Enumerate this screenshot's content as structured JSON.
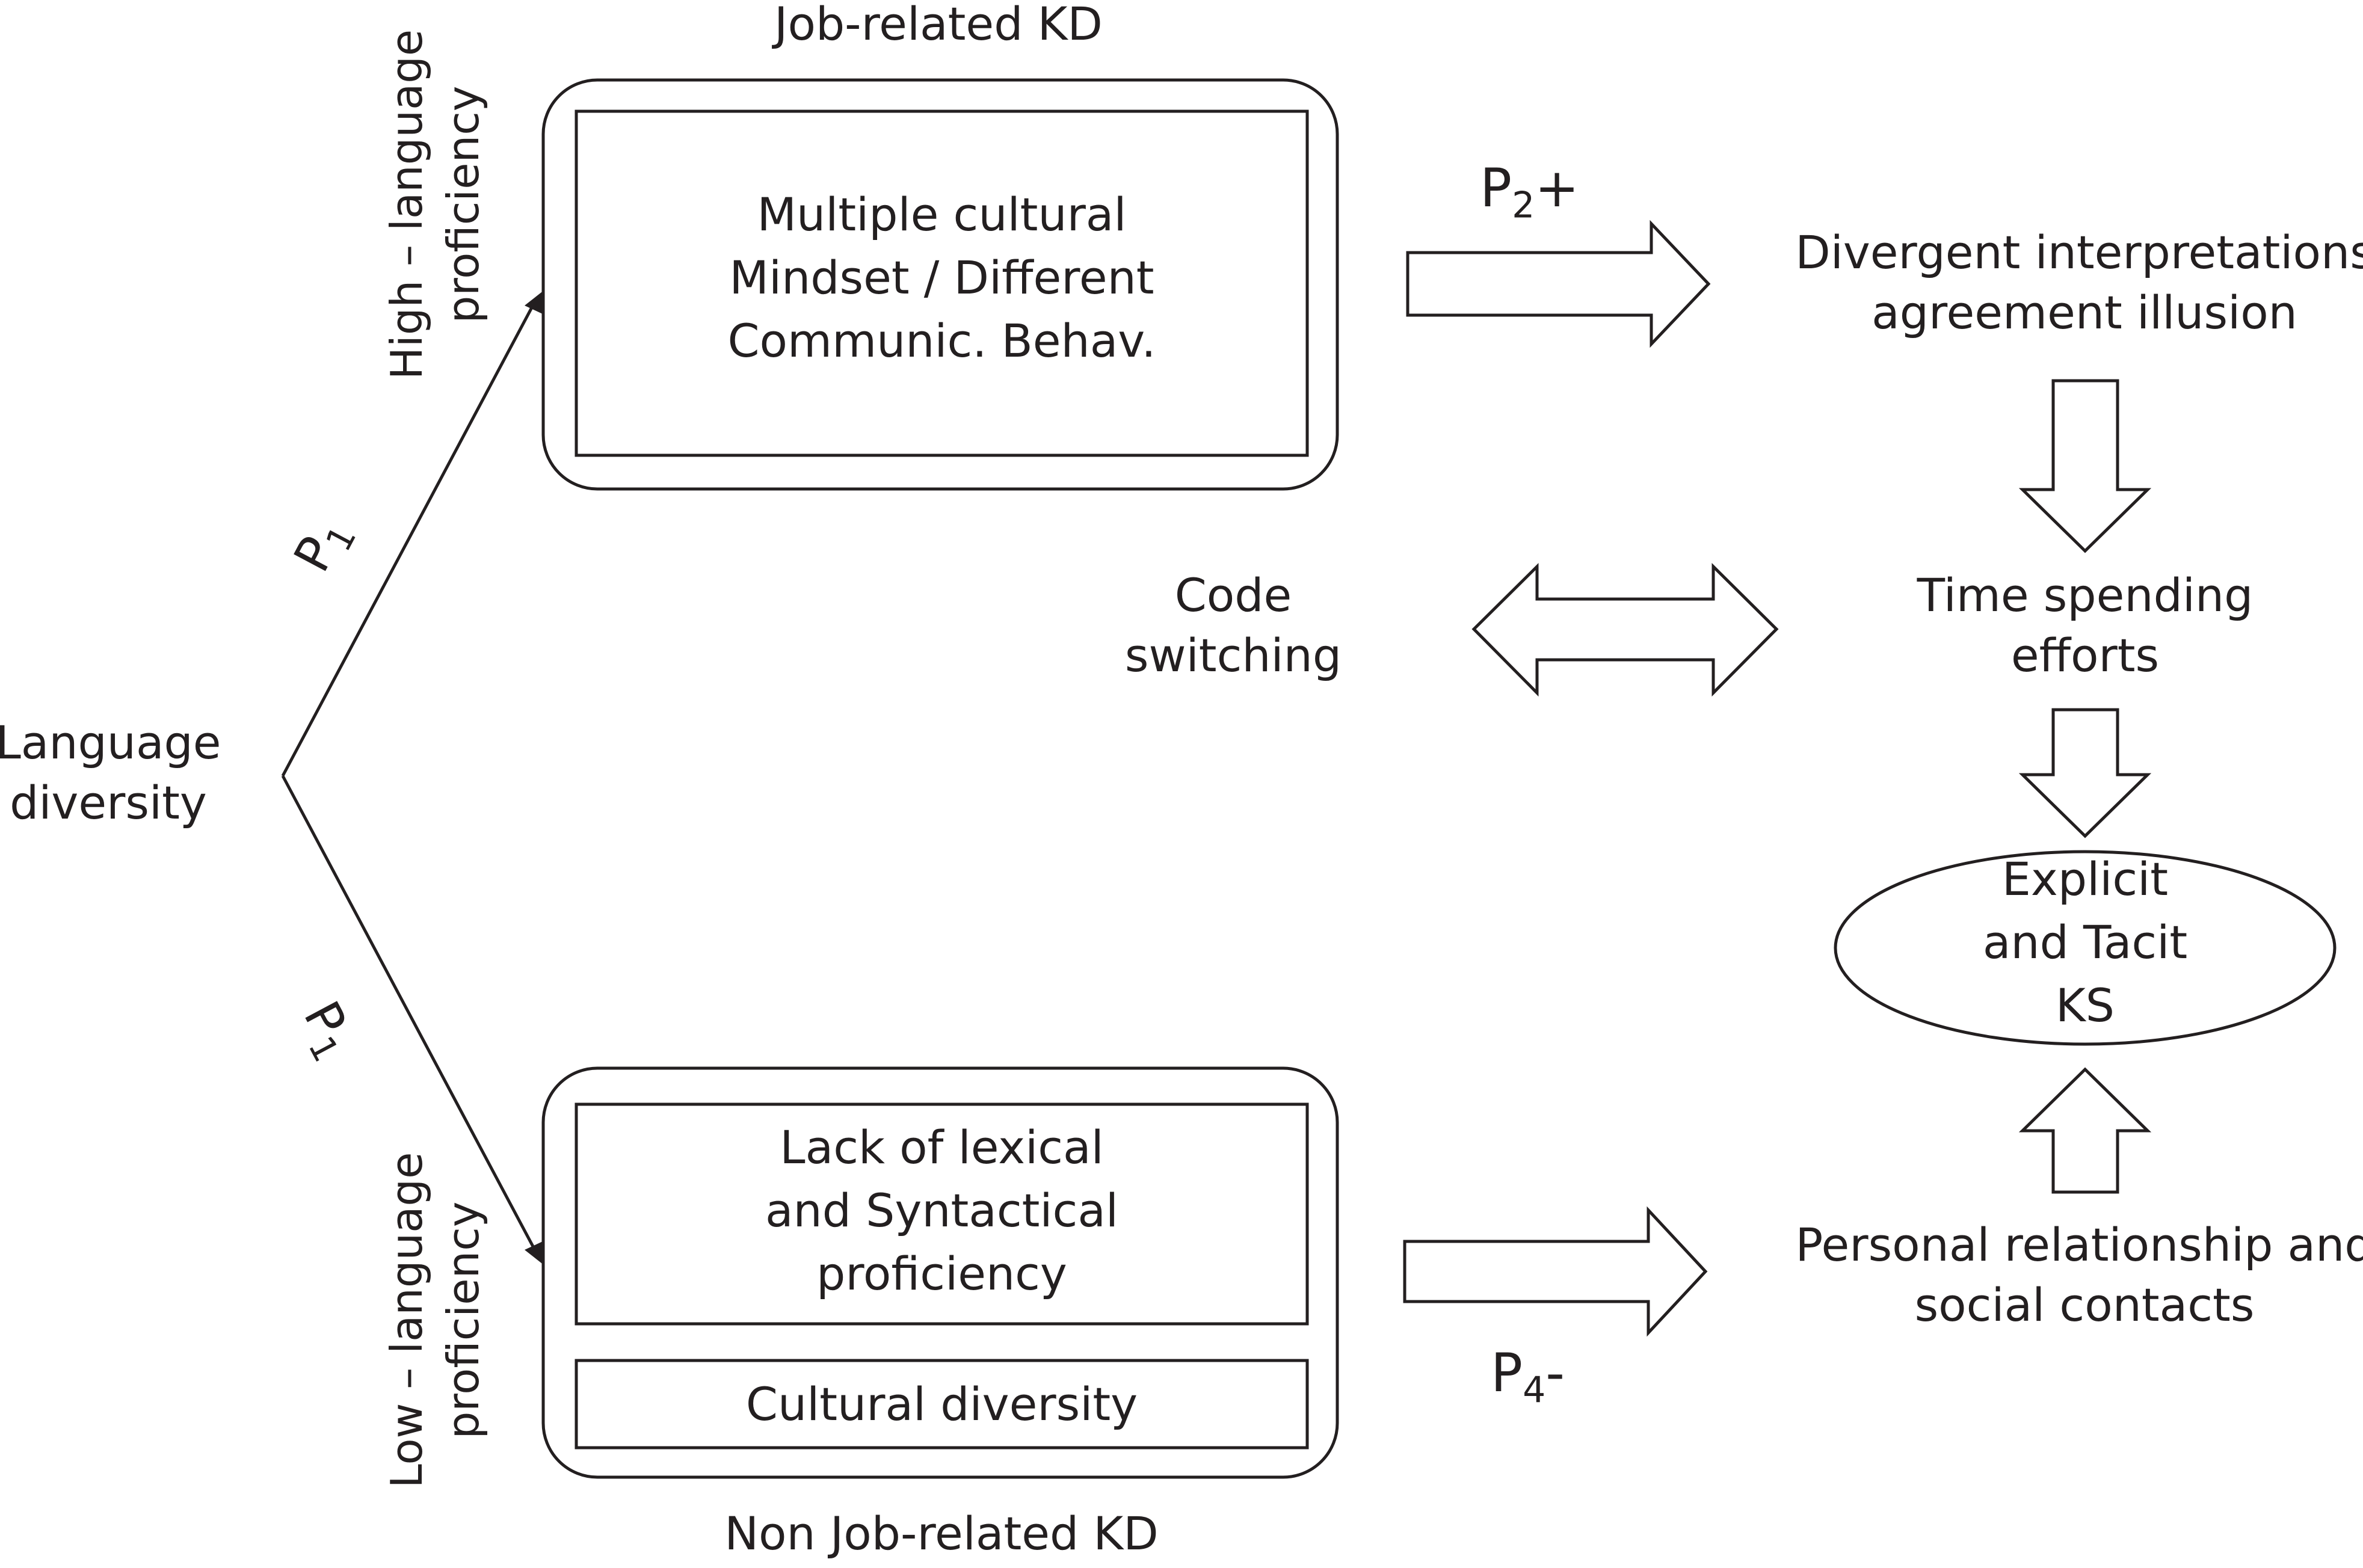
{
  "top_caption": "Job-related KD",
  "bottom_caption": "Non Job-related KD",
  "root": {
    "line1": "Language",
    "line2": "diversity"
  },
  "high_branch": {
    "line1": "High – language",
    "line2": "proficiency",
    "p_label": "P",
    "p_sub": "1"
  },
  "low_branch": {
    "line1": "Low – language",
    "line2": "proficiency",
    "p_label": "P",
    "p_sub": "1"
  },
  "job_box": {
    "line1": "Multiple cultural",
    "line2": "Mindset / Different",
    "line3": "Communic. Behav."
  },
  "non_job_box": {
    "inner1_line1": "Lack of lexical",
    "inner1_line2": "and Syntactical",
    "inner1_line3": "proficiency",
    "inner2": "Cultural diversity"
  },
  "p2": {
    "main": "P",
    "sub": "2",
    "sign": "+"
  },
  "p4": {
    "main": "P",
    "sub": "4",
    "sign": "-"
  },
  "code_switching": {
    "line1": "Code",
    "line2": "switching"
  },
  "divergent": {
    "line1": "Divergent interpretations",
    "line2": "agreement illusion"
  },
  "time_spending": {
    "line1": "Time spending",
    "line2": "efforts"
  },
  "ks": {
    "line1": "Explicit",
    "line2": "and Tacit",
    "line3": "KS"
  },
  "personal": {
    "line1": "Personal relationship and",
    "line2": "social contacts"
  }
}
